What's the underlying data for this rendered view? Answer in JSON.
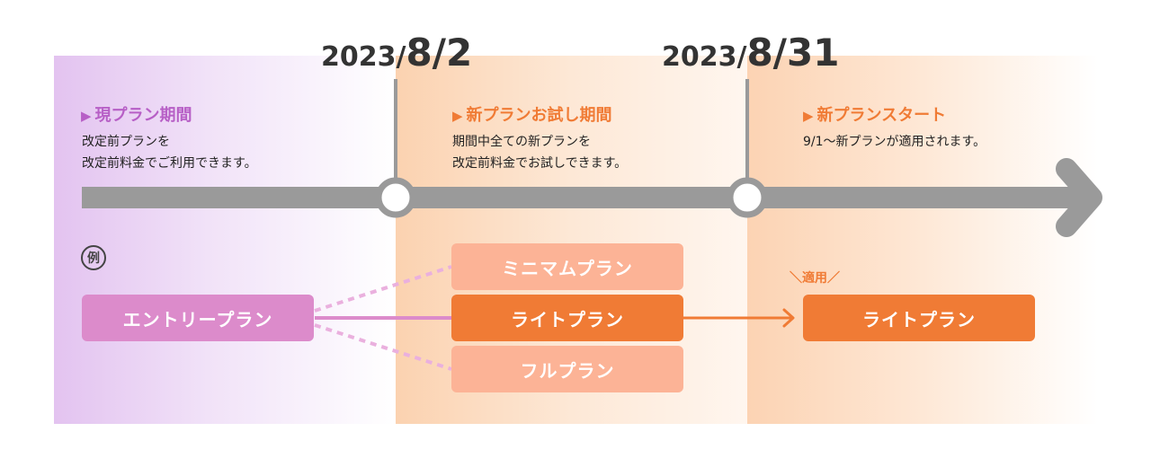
{
  "dates": [
    {
      "year": "2023/",
      "monthday": "8/2"
    },
    {
      "year": "2023/",
      "monthday": "8/31"
    }
  ],
  "phases": [
    {
      "marker": "▶",
      "title": "現プラン期間",
      "lines": [
        "改定前プランを",
        "改定前料金でご利用できます。"
      ]
    },
    {
      "marker": "▶",
      "title": "新プランお試し期間",
      "lines": [
        "期間中全ての新プランを",
        "改定前料金でお試しできます。"
      ]
    },
    {
      "marker": "▶",
      "title": "新プランスタート",
      "lines": [
        "9/1～新プランが適用されます。"
      ]
    }
  ],
  "example_label": "例",
  "plans": {
    "current": "エントリープラン",
    "trial": [
      "ミニマムプラン",
      "ライトプラン",
      "フルプラン"
    ],
    "new": "ライトプラン"
  },
  "applied_label": "＼適用／",
  "colors": {
    "purple_accent": "#b75fc6",
    "orange_accent": "#f07b35",
    "timeline_gray": "#9a9a9a",
    "plan_entry": "#dc8bcb",
    "plan_light": "#f07b35",
    "plan_pale": "#fcb396"
  }
}
